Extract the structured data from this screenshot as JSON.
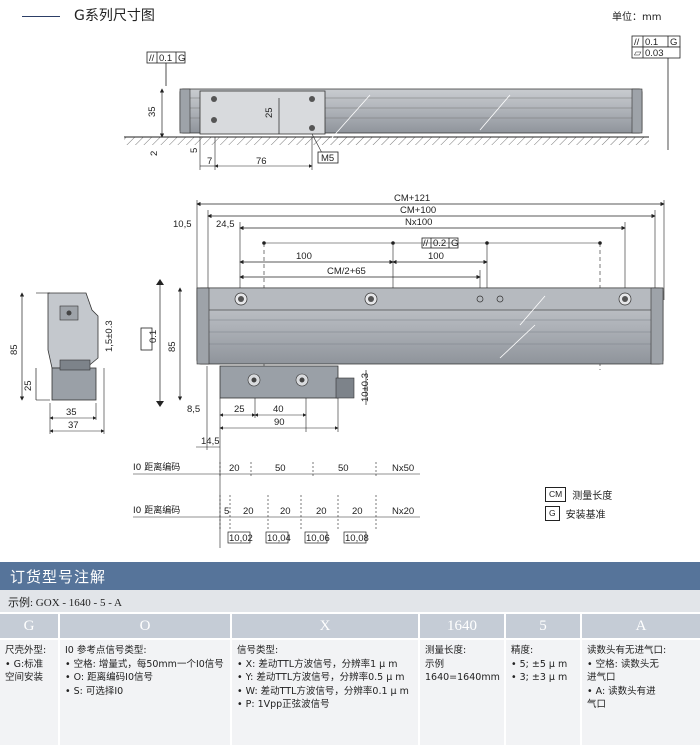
{
  "header": {
    "title": "G系列尺寸图",
    "unit": "单位：mm"
  },
  "side_view": {
    "tol_parallel_top": "0.1",
    "tol_ref_top": "G",
    "tol_right_1": "0.1",
    "tol_right_1_ref": "G",
    "tol_right_2": "0.03",
    "dim_35": "35",
    "dim_25": "25",
    "dim_2": "2",
    "dim_5": "5",
    "dim_7": "7",
    "dim_76": "76",
    "thread": "M5"
  },
  "front_view": {
    "cm121": "CM+121",
    "cm100": "CM+100",
    "nx100": "Nx100",
    "d10_5": "10,5",
    "d24_5": "24,5",
    "tol_mid": "0.2",
    "tol_mid_ref": "G",
    "d100_left": "100",
    "d100_right": "100",
    "cm2_65": "CM/2+65",
    "d85": "85",
    "tol_left": "0.1",
    "d8_5": "8,5",
    "d25": "25",
    "d40": "40",
    "d90": "90",
    "d10_3": "10±0.3",
    "d14_5": "14,5"
  },
  "end_view": {
    "d85": "85",
    "d1_5": "1,5±0.3",
    "d25": "25",
    "d35": "35",
    "d37": "37"
  },
  "ref_marks": {
    "row1_label": "I0 距离编码",
    "row1_values": [
      "20",
      "50",
      "50",
      "Nx50"
    ],
    "row2_label": "I0 距离编码",
    "row2_values": [
      "5",
      "20",
      "20",
      "20",
      "20",
      "Nx20"
    ],
    "small_values": [
      "10,02",
      "10,04",
      "10,06",
      "10,08"
    ]
  },
  "legend": [
    {
      "code": "CM",
      "text": "测量长度"
    },
    {
      "code": "G",
      "text": "安装基准"
    }
  ],
  "order": {
    "title": "订货型号注解",
    "example": "示例: GOX - 1640 - 5 - A",
    "codes": [
      "G",
      "O",
      "X",
      "1640",
      "5",
      "A"
    ],
    "col_g": [
      "尺壳外型:",
      "• G:标准",
      "空间安装"
    ],
    "col_o": [
      "I0 参考点信号类型:",
      "• 空格: 增量式，每50mm一个I0信号",
      "• O:  距离编码I0信号",
      "• S:  可选择I0"
    ],
    "col_x": [
      "信号类型:",
      "• X:  差动TTL方波信号，分辨率1 μ m",
      "• Y:  差动TTL方波信号，分辨率0.5 μ m",
      "• W:  差动TTL方波信号，分辨率0.1 μ m",
      "• P:  1Vpp正弦波信号"
    ],
    "col_1640": [
      "测量长度:",
      "示例",
      "1640=1640mm"
    ],
    "col_5": [
      "精度:",
      "• 5;  ±5 μ m",
      "• 3;  ±3 μ m"
    ],
    "col_a": [
      "读数头有无进气口:",
      "• 空格: 读数头无",
      "进气口",
      "• A:  读数头有进",
      "气口"
    ]
  }
}
